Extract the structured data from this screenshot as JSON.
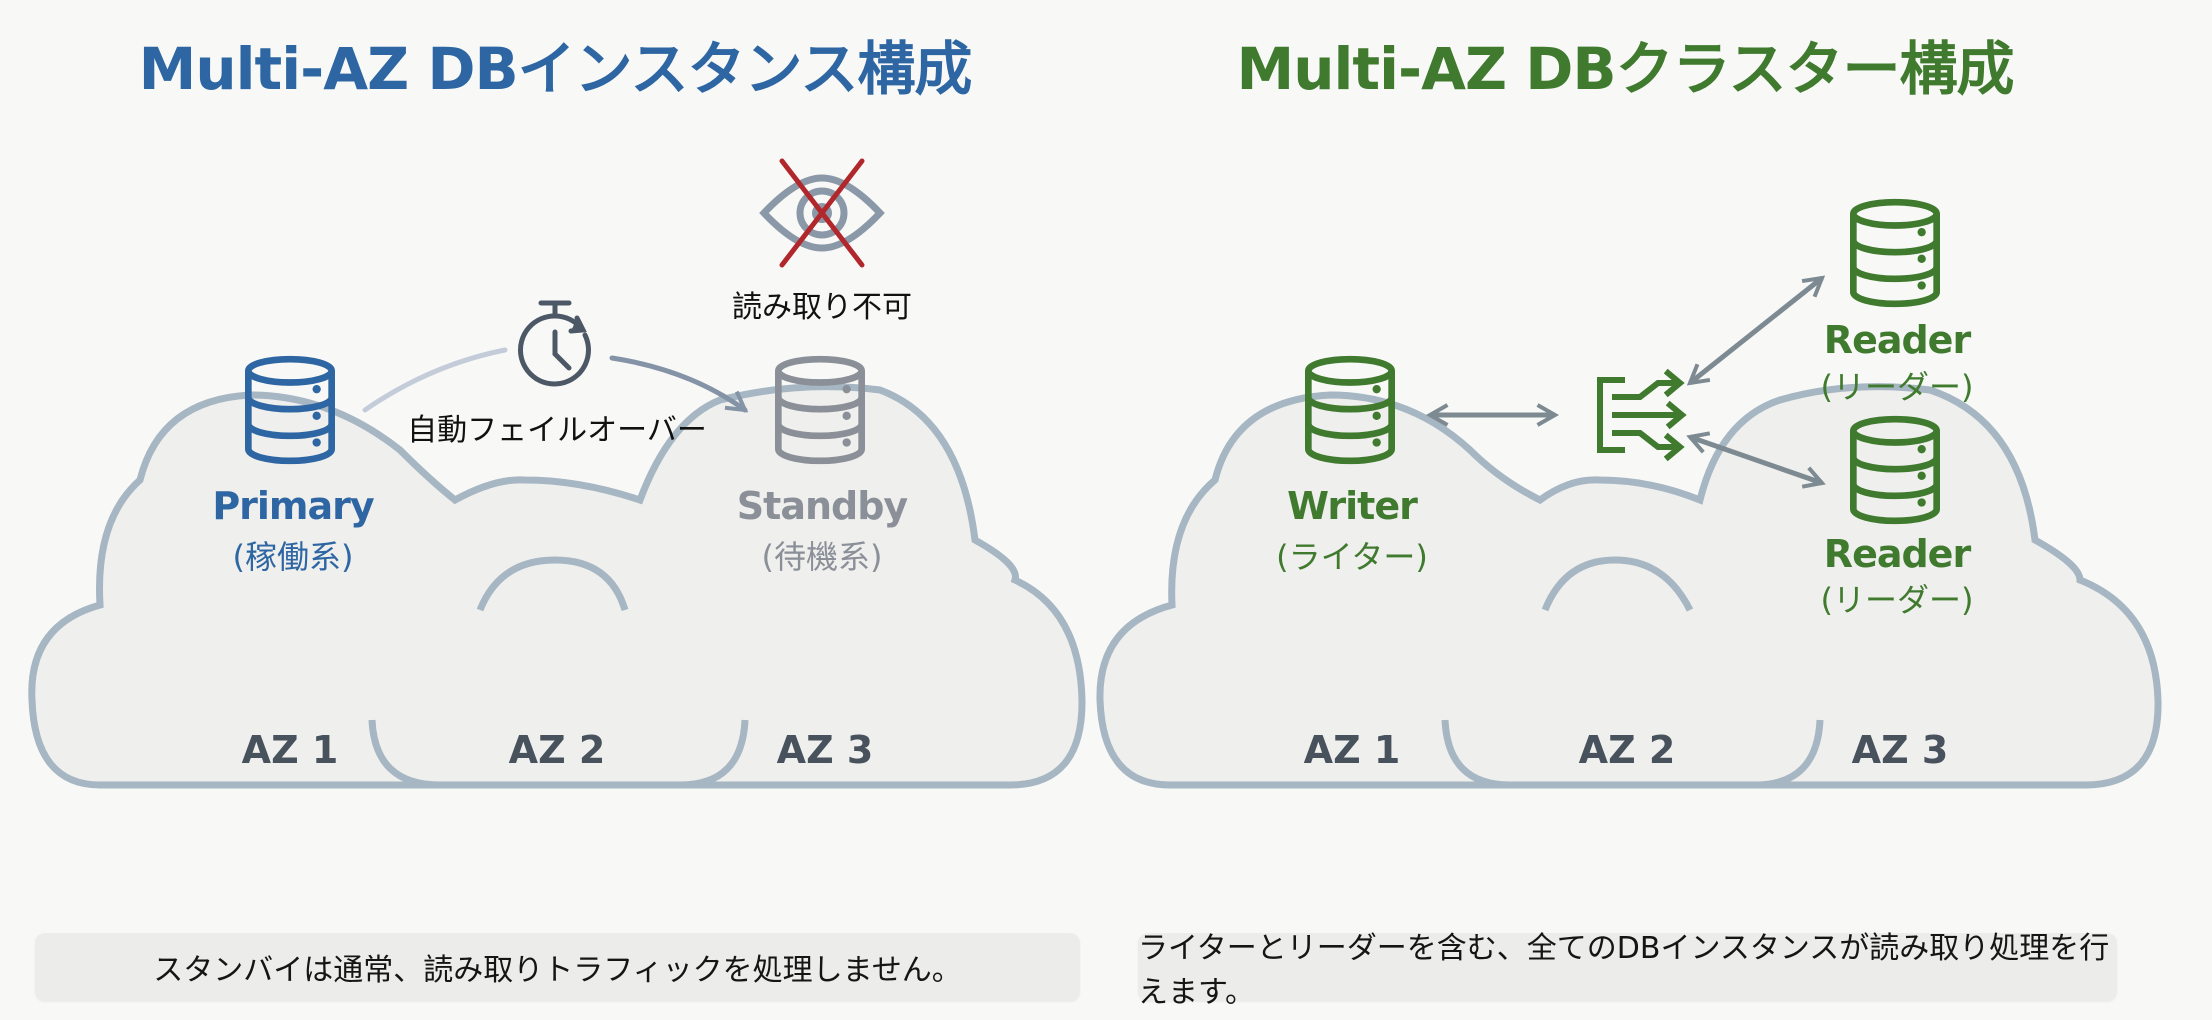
{
  "colors": {
    "primary_blue": "#2e66a3",
    "standby_gray": "#8a8f98",
    "cluster_green": "#3f7a2e",
    "arrow_gray": "#7d8a92",
    "cloud_outline": "#a6b6c3",
    "cloud_fill": "#efefed",
    "cross_red": "#b1282c",
    "az_text": "#48525c"
  },
  "left_panel": {
    "title": "Multi-AZ DBインスタンス構成",
    "primary": {
      "label": "Primary",
      "sublabel": "(稼働系)",
      "icon": "database-icon"
    },
    "standby": {
      "label": "Standby",
      "sublabel": "(待機系)",
      "icon": "database-icon"
    },
    "failover_label": "自動フェイルオーバー",
    "failover_icon": "stopwatch-icon",
    "no_read_label": "読み取り不可",
    "no_read_icon": "eye-crossed-icon",
    "az_labels": [
      "AZ 1",
      "AZ 2",
      "AZ 3"
    ],
    "footer": "スタンバイは通常、読み取りトラフィックを処理しません。"
  },
  "right_panel": {
    "title": "Multi-AZ DBクラスター構成",
    "writer": {
      "label": "Writer",
      "sublabel": "(ライター)",
      "icon": "database-icon"
    },
    "readers": [
      {
        "label": "Reader",
        "sublabel": "(リーダー)",
        "icon": "database-icon"
      },
      {
        "label": "Reader",
        "sublabel": "(リーダー)",
        "icon": "database-icon"
      }
    ],
    "router_icon": "traffic-split-icon",
    "az_labels": [
      "AZ 1",
      "AZ 2",
      "AZ 3"
    ],
    "footer": "ライターとリーダーを含む、全てのDBインスタンスが読み取り処理を行えます。"
  }
}
